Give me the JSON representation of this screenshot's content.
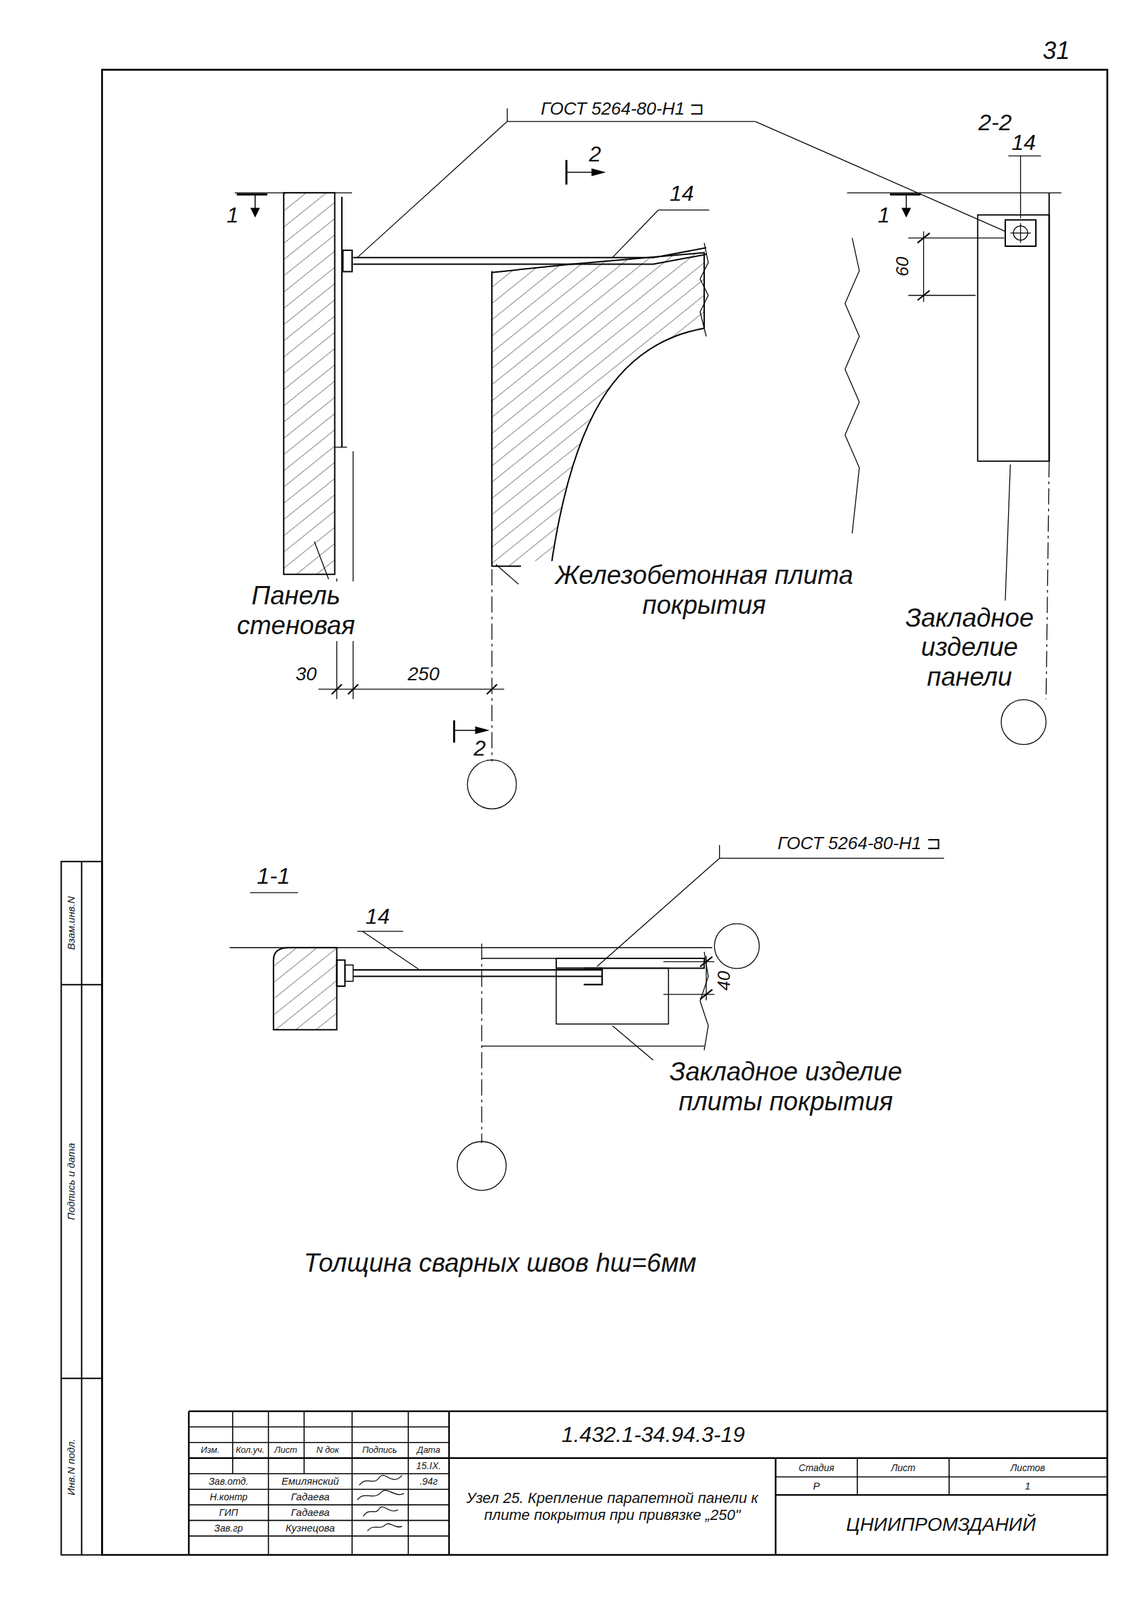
{
  "diagram": {
    "labels": [
      "31",
      "ГОСТ 5264-80-Н1 ⊐",
      "2-2",
      "2",
      "14",
      "1",
      "14",
      "1",
      "60",
      "Панель стеновая",
      "Железобетонная плита покрытия",
      "Закладное изделие панели",
      "30",
      "250",
      "2",
      "ГОСТ 5264-80-Н1 ⊐",
      "1-1",
      "14",
      "40",
      "Закладное изделие плиты покрытия",
      "Толщина сварных швов hш=6мм",
      "1.432.1-34.94.3-19",
      "Изм.",
      "Кол.уч.",
      "Лист",
      "N док",
      "Подпись",
      "Дата",
      "15.IX.",
      "Зав.отд.",
      "Емилянский",
      ".94г",
      "Н.контр",
      "Гадаева",
      "ГИП",
      "Гадаева",
      "Зав.гр",
      "Кузнецова",
      "Узел 25. Крепление парапетной панели к плите покрытия при привязке „250\"",
      "Стадия",
      "Лист",
      "Листов",
      "Р",
      "1",
      "ЦНИИПРОМЗДАНИЙ",
      "Взам.инв.N",
      "Подпись и дата",
      "Инв.N подл."
    ]
  }
}
